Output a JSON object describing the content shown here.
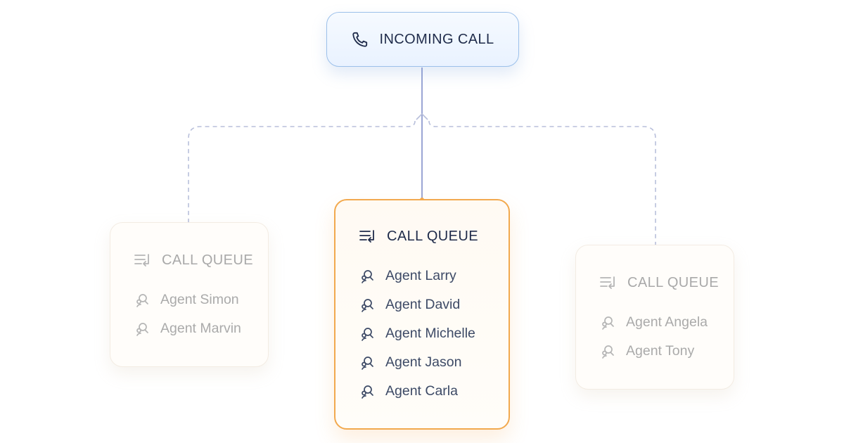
{
  "incoming": {
    "label": "INCOMING CALL",
    "icon": "phone-icon"
  },
  "queues": [
    {
      "title": "CALL QUEUE",
      "state": "inactive",
      "agents": [
        "Agent Simon",
        "Agent Marvin"
      ]
    },
    {
      "title": "CALL QUEUE",
      "state": "active",
      "agents": [
        "Agent Larry",
        "Agent David",
        "Agent Michelle",
        "Agent Jason",
        "Agent Carla"
      ]
    },
    {
      "title": "CALL QUEUE",
      "state": "inactive",
      "agents": [
        "Agent Angela",
        "Agent Tony"
      ]
    }
  ],
  "colors": {
    "incoming_border": "#9cc0ea",
    "active_border": "#f2a94e",
    "connector_solid": "#9aa6d4",
    "connector_dashed": "#b8bfdb",
    "active_text": "#1f2b4a",
    "dim_text": "#a9a9a9"
  }
}
